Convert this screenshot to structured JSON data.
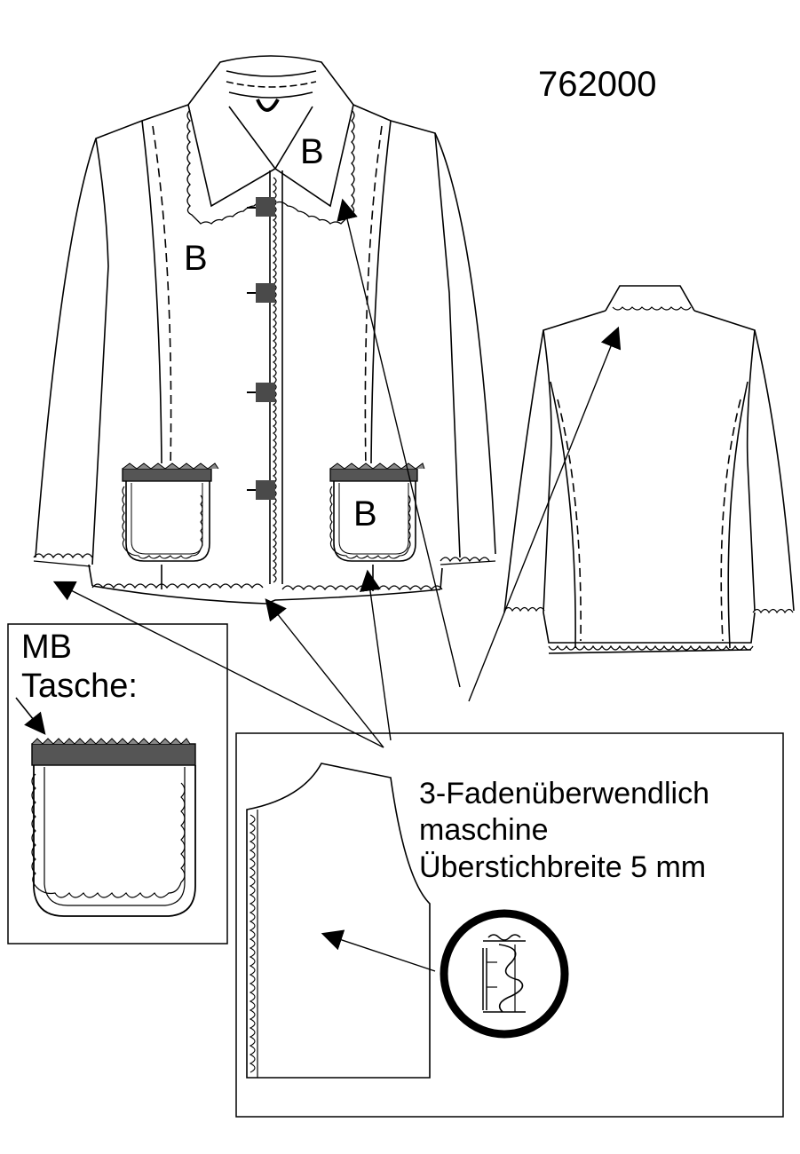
{
  "header": {
    "model_number": "762000"
  },
  "jacket_front": {
    "labels": {
      "collar": "B",
      "front_panel": "B",
      "pocket": "B"
    }
  },
  "inset_pocket": {
    "title_line1": "MB",
    "title_line2": "Tasche:"
  },
  "detail_panel": {
    "text_line1": "3-Fadenüberwendlich",
    "text_line2": "maschine",
    "text_line3": "Überstichbreite 5 mm",
    "icon": "overlock-stitch-icon"
  },
  "colors": {
    "line": "#000000",
    "tape_fill": "#555555",
    "button_fill": "#4a4a4a"
  }
}
